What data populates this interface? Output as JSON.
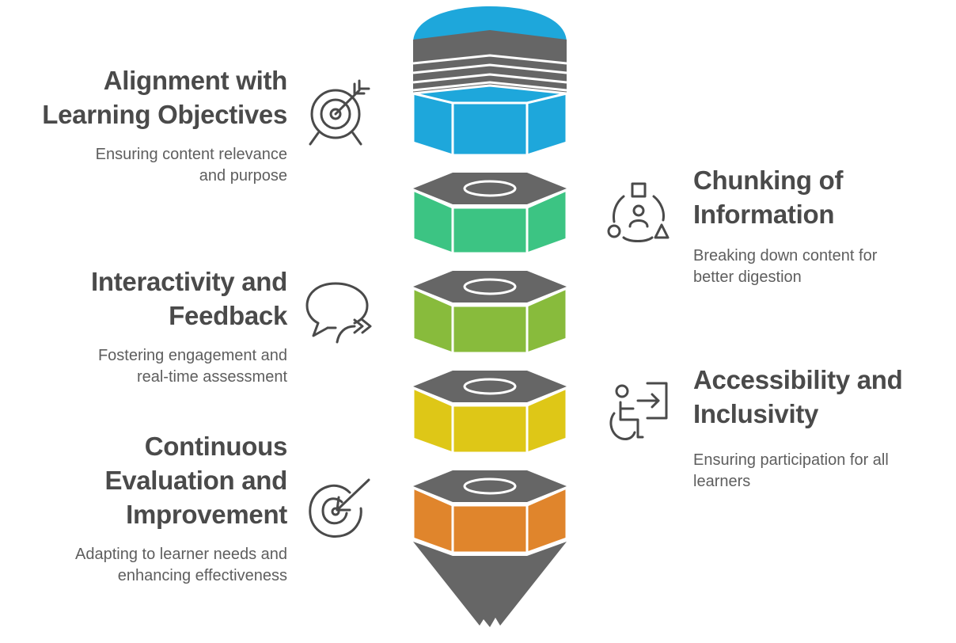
{
  "colors": {
    "blue": "#1ea7db",
    "green": "#3cc483",
    "lime": "#88bb3c",
    "yellow": "#dec717",
    "orange": "#e0852c",
    "dark": "#666666",
    "title": "#4a4a4a",
    "desc": "#5e5e5e"
  },
  "items": [
    {
      "title_lines": [
        "Alignment with",
        "Learning Objectives"
      ],
      "description_lines": [
        "Ensuring content relevance",
        "and purpose"
      ],
      "icon": "target-arrow-icon",
      "color": "#1ea7db"
    },
    {
      "title_lines": [
        "Chunking of",
        "Information"
      ],
      "description_lines": [
        "Breaking down content for",
        "better digestion"
      ],
      "icon": "shapes-person-icon",
      "color": "#3cc483"
    },
    {
      "title_lines": [
        "Interactivity and",
        "Feedback"
      ],
      "description_lines": [
        "Fostering engagement and",
        "real-time assessment"
      ],
      "icon": "speech-bubble-arrows-icon",
      "color": "#88bb3c"
    },
    {
      "title_lines": [
        "Accessibility and",
        "Inclusivity"
      ],
      "description_lines": [
        "Ensuring participation for all",
        "learners"
      ],
      "icon": "wheelchair-door-icon",
      "color": "#dec717"
    },
    {
      "title_lines": [
        "Continuous",
        "Evaluation and",
        "Improvement"
      ],
      "description_lines": [
        "Adapting to learner needs and",
        "enhancing effectiveness"
      ],
      "icon": "target-incoming-arrow-icon",
      "color": "#e0852c"
    }
  ]
}
